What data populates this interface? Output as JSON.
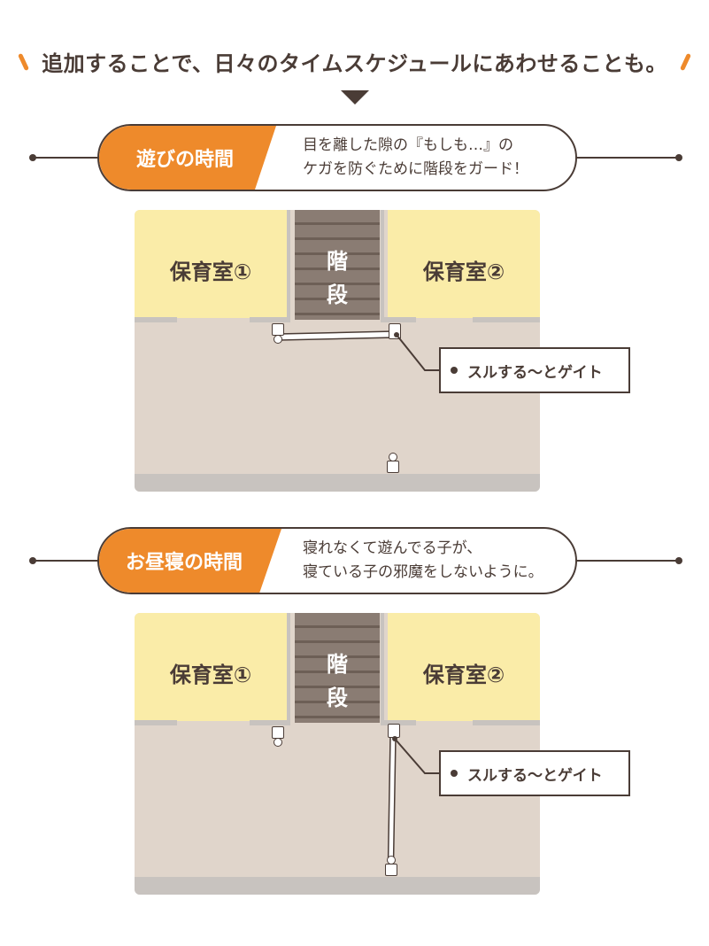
{
  "headline": "追加することで、日々のタイムスケジュールにあわせることも。",
  "colors": {
    "accent": "#ee8a2b",
    "ink": "#4a3c36",
    "room": "#faeca8",
    "floor": "#e0d5cb",
    "stairs": "#7a6c63",
    "wall": "#c8c3bf"
  },
  "sections": [
    {
      "tag": "遊びの時間",
      "desc_line1": "目を離した隙の『もしも…』の",
      "desc_line2": "ケガを防ぐために階段をガード！",
      "plan": {
        "room_left": "保育室①",
        "room_right": "保育室②",
        "stairs_char1": "階",
        "stairs_char2": "段",
        "callout": "スルする〜とゲイト",
        "gate_state": "closed-across-stairs"
      }
    },
    {
      "tag": "お昼寝の時間",
      "desc_line1": "寝れなくて遊んでる子が、",
      "desc_line2": "寝ている子の邪魔をしないように。",
      "plan": {
        "room_left": "保育室①",
        "room_right": "保育室②",
        "stairs_char1": "階",
        "stairs_char2": "段",
        "callout": "スルする〜とゲイト",
        "gate_state": "closed-dividing-floor"
      }
    }
  ]
}
